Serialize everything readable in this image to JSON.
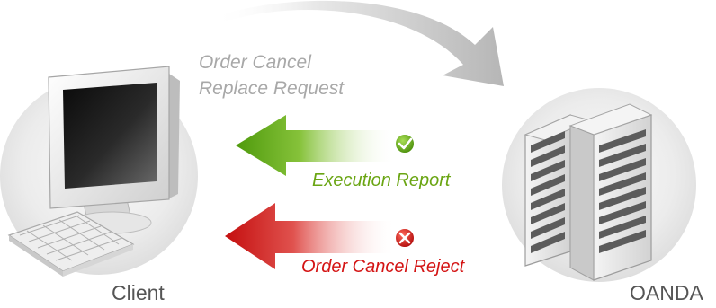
{
  "nodes": {
    "client": {
      "label": "Client"
    },
    "server": {
      "label": "OANDA"
    }
  },
  "messages": {
    "request": {
      "line1": "Order Cancel",
      "line2": "Replace Request",
      "color": "#b0b0b0"
    },
    "execution": {
      "label": "Execution Report",
      "color": "#6aa513",
      "status_icon": "check-icon"
    },
    "reject": {
      "label": "Order Cancel Reject",
      "color": "#d41414",
      "status_icon": "cross-icon"
    }
  }
}
